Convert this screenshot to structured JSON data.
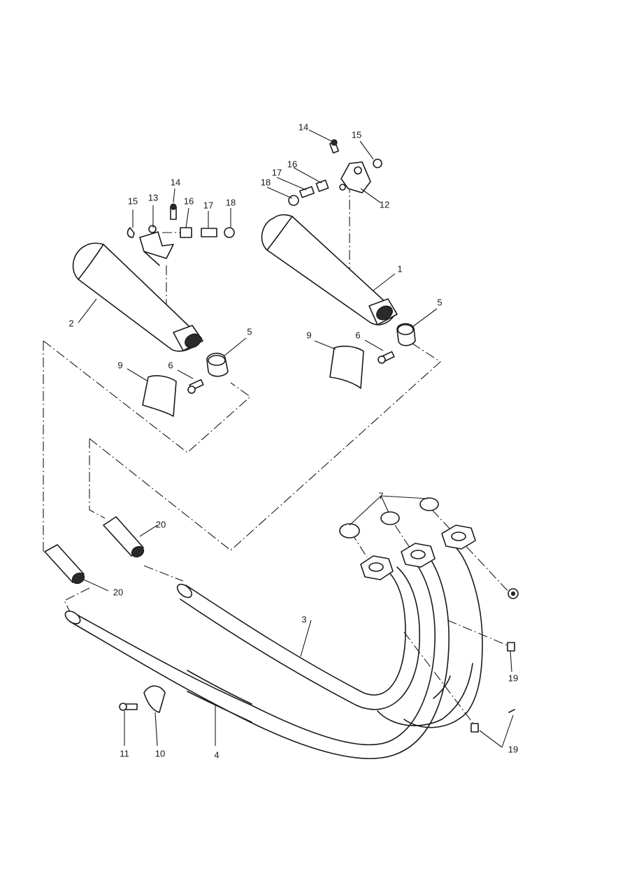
{
  "diagram": {
    "callouts": {
      "c1": "1",
      "c2": "2",
      "c3": "3",
      "c4": "4",
      "c5a": "5",
      "c5b": "5",
      "c6a": "6",
      "c6b": "6",
      "c7": "7",
      "c9a": "9",
      "c9b": "9",
      "c10": "10",
      "c11": "11",
      "c12": "12",
      "c13": "13",
      "c14a": "14",
      "c14b": "14",
      "c15a": "15",
      "c15b": "15",
      "c16a": "16",
      "c16b": "16",
      "c17a": "17",
      "c17b": "17",
      "c18a": "18",
      "c18b": "18",
      "c19a": "19",
      "c19b": "19",
      "c20a": "20",
      "c20b": "20"
    }
  }
}
